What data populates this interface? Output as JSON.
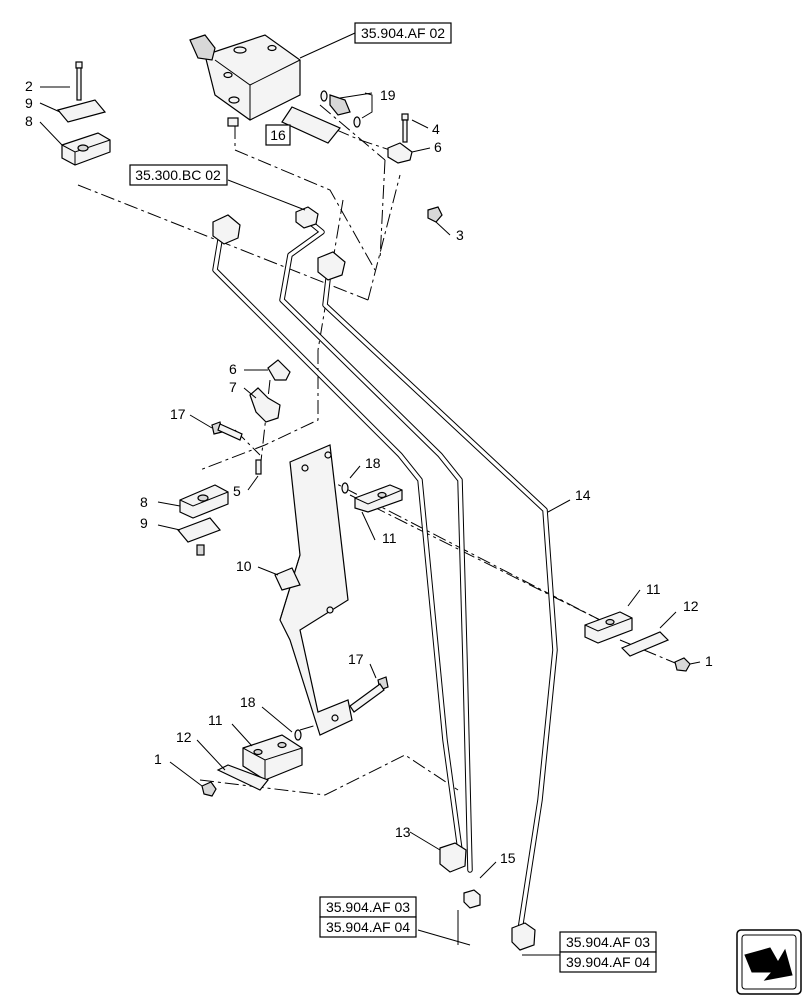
{
  "references": {
    "valve": "35.904.AF 02",
    "tube_inlet": "35.300.BC 02",
    "bottom_left_1": "35.904.AF 03",
    "bottom_left_2": "35.904.AF 04",
    "bottom_right_1": "35.904.AF 03",
    "bottom_right_2": "39.904.AF 04"
  },
  "callouts": {
    "c16": "16",
    "c2": "2",
    "c9a": "9",
    "c8a": "8",
    "c19": "19",
    "c4": "4",
    "c6a": "6",
    "c3": "3",
    "c6b": "6",
    "c7": "7",
    "c17a": "17",
    "c5": "5",
    "c18a": "18",
    "c8b": "8",
    "c9b": "9",
    "c11a": "11",
    "c14": "14",
    "c10": "10",
    "c11b": "11",
    "c12a": "12",
    "c1a": "1",
    "c17b": "17",
    "c18b": "18",
    "c11c": "11",
    "c12b": "12",
    "c1b": "1",
    "c13": "13",
    "c15": "15"
  },
  "icons": {
    "nav": "next-page-arrow-icon"
  }
}
